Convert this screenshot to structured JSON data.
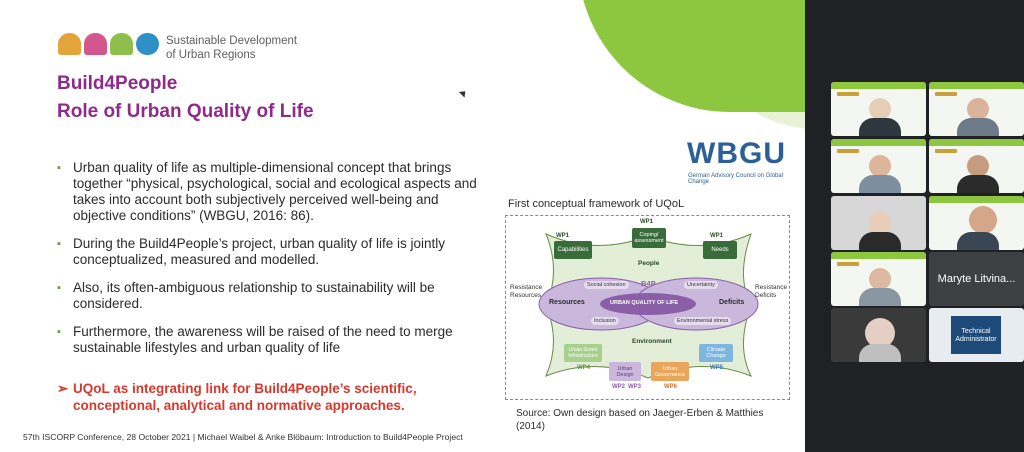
{
  "slide": {
    "brand_text": "Sustainable Development\nof Urban Regions",
    "title_line1": "Build4People",
    "title_line2": "Role of Urban Quality of Life",
    "bullets": [
      "Urban quality of life as multiple-dimensional concept that brings together “physical, psychological, social and ecological aspects and takes into account both subjectively perceived well-being and objective conditions” (WBGU, 2016: 86).",
      "During the Build4People’s project, urban quality of life is jointly conceptualized, measured and modelled.",
      "Also, its often-ambiguous relationship to sustainability will be considered.",
      "Furthermore, the awareness will be raised of the need to merge sustainable lifestyles and urban quality of life"
    ],
    "highlight": "UQoL as integrating link for Build4People’s scientific, conceptional, analytical and normative approaches.",
    "footer": "57th ISCORP Conference, 28 October 2021 | Michael Waibel & Anke Blöbaum: Introduction to Build4People Project",
    "wbgu_logo": "WBGU",
    "wbgu_subtitle": "German Advisory Council on Global Change",
    "framework_title": "First conceptual framework of UQoL",
    "source": "Source: Own design based on Jaeger-Erben & Matthies (2014)"
  },
  "diagram": {
    "wp_left_top": "WP1",
    "capabilities": "Capabilities",
    "wp_mid_top": "WP1",
    "coping": "Coping/\nassessment",
    "wp_right_top": "WP1",
    "needs": "Needs",
    "people": "People",
    "b4p": "B4P",
    "social_cohesion": "Social cohesion",
    "uncertainty": "Uncertainty",
    "resources": "Resources",
    "uqol": "URBAN QUALITY OF LIFE",
    "deficits": "Deficits",
    "inclusion": "Inclusion",
    "env_stress": "Environmental stress",
    "resistance_resources": "Resistance\nResources",
    "resistance_deficits": "Resistance\nDeficits",
    "environment": "Environment",
    "urban_green": "Urban Green\nInfrastructure",
    "wp4": "WP4",
    "urban_design": "Urban\nDesign",
    "wp2": "WP2",
    "wp3": "WP3",
    "urban_governance": "Urban\nGovernance",
    "wp6": "WP6",
    "climate_change": "Climate\nChange",
    "wp5": "WP5",
    "colors": {
      "green": "#3a6b3a",
      "purple": "#8a5fa8",
      "light_purple": "#c9b8dc",
      "orange": "#e9a55a",
      "blue": "#7fb6e0",
      "lime": "#a6d08c"
    }
  },
  "meeting": {
    "participant_name": "Maryte Litvina...",
    "admin_label": "Technical\nAdministrator"
  },
  "colors": {
    "title": "#8e2a8a",
    "highlight": "#d9382c",
    "accent_green": "#8dc63f",
    "wbgu_blue": "#2c5f98"
  }
}
